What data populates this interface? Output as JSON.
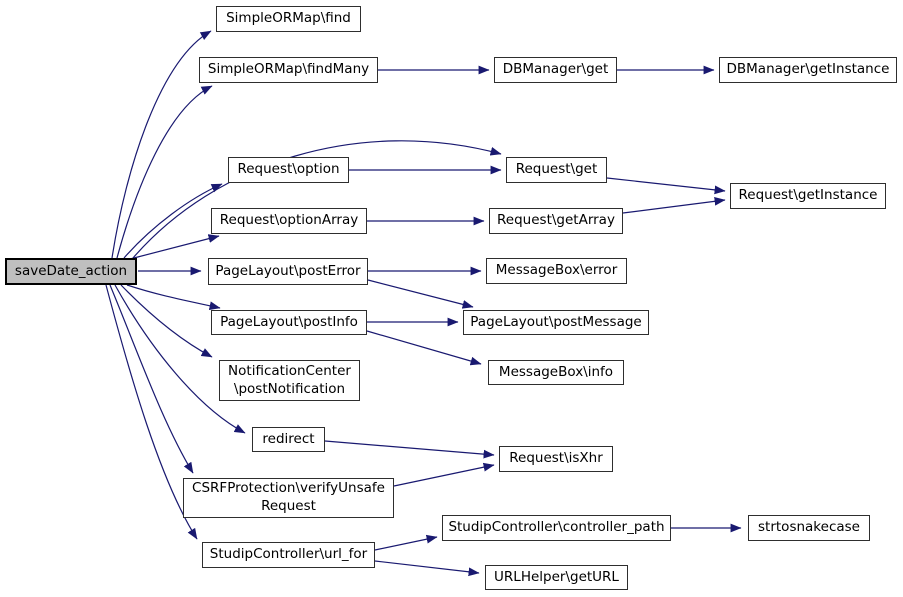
{
  "graph": {
    "type": "call-graph",
    "colors": {
      "edge": "#191970",
      "node_border": "#2e2e2e",
      "node_fill": "#ffffff",
      "highlight_fill": "#bfbfbf",
      "background": "#ffffff"
    },
    "nodes": [
      {
        "id": "saveDate_action",
        "label": "saveDate_action",
        "highlighted": true
      },
      {
        "id": "SimpleORMap\\find",
        "label": "SimpleORMap\\find",
        "highlighted": false
      },
      {
        "id": "SimpleORMap\\findMany",
        "label": "SimpleORMap\\findMany",
        "highlighted": false
      },
      {
        "id": "DBManager\\get",
        "label": "DBManager\\get",
        "highlighted": false
      },
      {
        "id": "DBManager\\getInstance",
        "label": "DBManager\\getInstance",
        "highlighted": false
      },
      {
        "id": "Request\\option",
        "label": "Request\\option",
        "highlighted": false
      },
      {
        "id": "Request\\get",
        "label": "Request\\get",
        "highlighted": false
      },
      {
        "id": "Request\\getInstance",
        "label": "Request\\getInstance",
        "highlighted": false
      },
      {
        "id": "Request\\optionArray",
        "label": "Request\\optionArray",
        "highlighted": false
      },
      {
        "id": "Request\\getArray",
        "label": "Request\\getArray",
        "highlighted": false
      },
      {
        "id": "PageLayout\\postError",
        "label": "PageLayout\\postError",
        "highlighted": false
      },
      {
        "id": "MessageBox\\error",
        "label": "MessageBox\\error",
        "highlighted": false
      },
      {
        "id": "PageLayout\\postInfo",
        "label": "PageLayout\\postInfo",
        "highlighted": false
      },
      {
        "id": "PageLayout\\postMessage",
        "label": "PageLayout\\postMessage",
        "highlighted": false
      },
      {
        "id": "NotificationCenter\\postNotification",
        "label": "NotificationCenter\n\\postNotification",
        "highlighted": false
      },
      {
        "id": "MessageBox\\info",
        "label": "MessageBox\\info",
        "highlighted": false
      },
      {
        "id": "redirect",
        "label": "redirect",
        "highlighted": false
      },
      {
        "id": "Request\\isXhr",
        "label": "Request\\isXhr",
        "highlighted": false
      },
      {
        "id": "CSRFProtection\\verifyUnsafeRequest",
        "label": "CSRFProtection\\verifyUnsafe\nRequest",
        "highlighted": false
      },
      {
        "id": "StudipController\\url_for",
        "label": "StudipController\\url_for",
        "highlighted": false
      },
      {
        "id": "StudipController\\controller_path",
        "label": "StudipController\\controller_path",
        "highlighted": false
      },
      {
        "id": "strtosnakecase",
        "label": "strtosnakecase",
        "highlighted": false
      },
      {
        "id": "URLHelper\\getURL",
        "label": "URLHelper\\getURL",
        "highlighted": false
      }
    ],
    "edges": [
      {
        "from": "saveDate_action",
        "to": "SimpleORMap\\find"
      },
      {
        "from": "saveDate_action",
        "to": "SimpleORMap\\findMany"
      },
      {
        "from": "saveDate_action",
        "to": "Request\\get"
      },
      {
        "from": "saveDate_action",
        "to": "Request\\option"
      },
      {
        "from": "saveDate_action",
        "to": "Request\\optionArray"
      },
      {
        "from": "saveDate_action",
        "to": "PageLayout\\postError"
      },
      {
        "from": "saveDate_action",
        "to": "PageLayout\\postInfo"
      },
      {
        "from": "saveDate_action",
        "to": "NotificationCenter\\postNotification"
      },
      {
        "from": "saveDate_action",
        "to": "redirect"
      },
      {
        "from": "saveDate_action",
        "to": "CSRFProtection\\verifyUnsafeRequest"
      },
      {
        "from": "saveDate_action",
        "to": "StudipController\\url_for"
      },
      {
        "from": "SimpleORMap\\findMany",
        "to": "DBManager\\get"
      },
      {
        "from": "DBManager\\get",
        "to": "DBManager\\getInstance"
      },
      {
        "from": "Request\\option",
        "to": "Request\\get"
      },
      {
        "from": "Request\\get",
        "to": "Request\\getInstance"
      },
      {
        "from": "Request\\optionArray",
        "to": "Request\\getArray"
      },
      {
        "from": "Request\\getArray",
        "to": "Request\\getInstance"
      },
      {
        "from": "PageLayout\\postError",
        "to": "MessageBox\\error"
      },
      {
        "from": "PageLayout\\postError",
        "to": "PageLayout\\postMessage"
      },
      {
        "from": "PageLayout\\postInfo",
        "to": "PageLayout\\postMessage"
      },
      {
        "from": "PageLayout\\postInfo",
        "to": "MessageBox\\info"
      },
      {
        "from": "redirect",
        "to": "Request\\isXhr"
      },
      {
        "from": "CSRFProtection\\verifyUnsafeRequest",
        "to": "Request\\isXhr"
      },
      {
        "from": "StudipController\\url_for",
        "to": "StudipController\\controller_path"
      },
      {
        "from": "StudipController\\url_for",
        "to": "URLHelper\\getURL"
      },
      {
        "from": "StudipController\\controller_path",
        "to": "strtosnakecase"
      }
    ]
  }
}
